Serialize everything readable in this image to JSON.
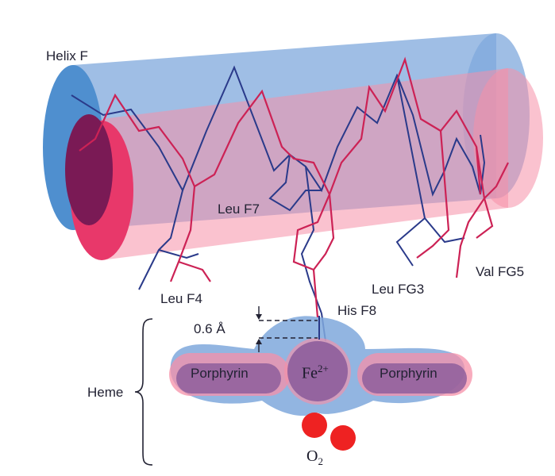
{
  "labels": {
    "helix": "Helix F",
    "leu_f7": "Leu F7",
    "leu_f4": "Leu F4",
    "leu_fg3": "Leu FG3",
    "val_fg5": "Val FG5",
    "his_f8": "His F8",
    "distance": "0.6 Å",
    "heme": "Heme",
    "porphyrin_left": "Porphyrin",
    "porphyrin_right": "Porphyrin",
    "iron_symbol": "Fe",
    "iron_charge": "2+",
    "oxygen_symbol": "O",
    "oxygen_subscript": "2"
  },
  "colors": {
    "deoxy_blue": "#6a9fd8",
    "oxy_pink": "#f07a9a",
    "overlap_purple": "#8a5a9a",
    "blue_line": "#2a3a8a",
    "red_line": "#cc2255",
    "oxygen_red": "#ee2222"
  }
}
